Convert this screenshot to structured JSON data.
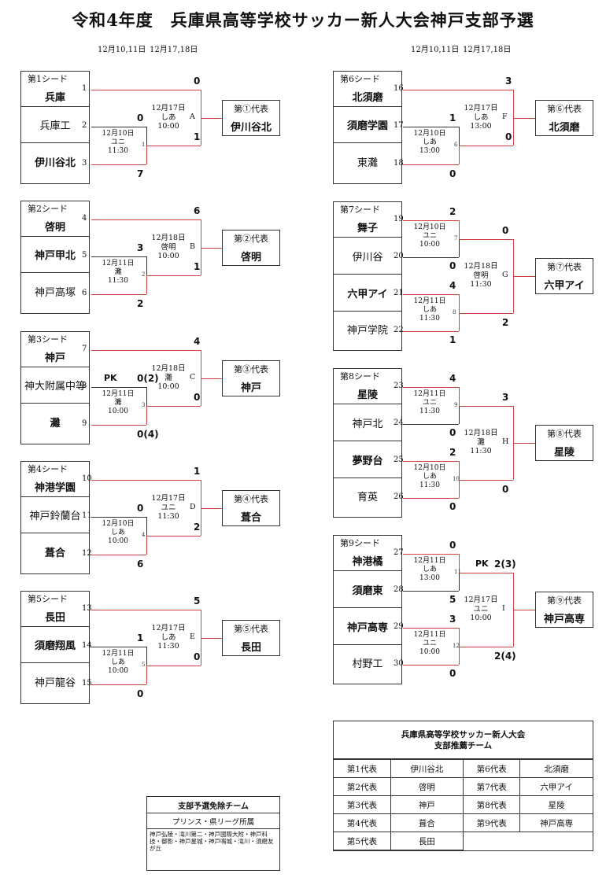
{
  "title": "令和4年度　兵庫県高等学校サッカー新人大会神戸支部予選",
  "headers": {
    "left_round1": "12月10,11日",
    "left_round2": "12月17,18日",
    "right_round1": "12月10,11日",
    "right_round2": "12月17,18日"
  },
  "blocks": [
    {
      "seed": "第1シード",
      "teams": [
        "兵庫",
        "兵庫工",
        "伊川谷北"
      ],
      "bold": [
        true,
        false,
        true
      ],
      "nums": [
        "1",
        "2",
        "3"
      ],
      "scores": {
        "seed": "0",
        "t2": "0",
        "t3": "7",
        "final2": "1"
      },
      "r1": {
        "line1": "12月10日",
        "line2": "ユニ",
        "line3": "11:30",
        "game": "1"
      },
      "r2": {
        "line1": "12月17日",
        "line2": "しあ",
        "letter": "A",
        "line3": "10:00"
      },
      "rep": {
        "label": "第①代表",
        "name": "伊川谷北"
      }
    },
    {
      "seed": "第2シード",
      "teams": [
        "啓明",
        "神戸甲北",
        "神戸高塚"
      ],
      "bold": [
        true,
        true,
        false
      ],
      "nums": [
        "4",
        "5",
        "6"
      ],
      "scores": {
        "seed": "6",
        "t2": "3",
        "t3": "2",
        "final2": "1"
      },
      "r1": {
        "line1": "12月11日",
        "line2": "灘",
        "line3": "11:30",
        "game": "2"
      },
      "r2": {
        "line1": "12月18日",
        "line2": "啓明",
        "letter": "B",
        "line3": "10:00"
      },
      "rep": {
        "label": "第②代表",
        "name": "啓明"
      }
    },
    {
      "seed": "第3シード",
      "teams": [
        "神戸",
        "神大附属中等",
        "灘"
      ],
      "bold": [
        true,
        false,
        true
      ],
      "nums": [
        "7",
        "8",
        "9"
      ],
      "scores": {
        "seed": "4",
        "t2": "0(2)",
        "t3": "0(4)",
        "final2": "0",
        "pk": "PK"
      },
      "r1": {
        "line1": "12月11日",
        "line2": "灘",
        "line3": "10:00",
        "game": "3"
      },
      "r2": {
        "line1": "12月18日",
        "line2": "灘",
        "letter": "C",
        "line3": "10:00"
      },
      "rep": {
        "label": "第③代表",
        "name": "神戸"
      }
    },
    {
      "seed": "第4シード",
      "teams": [
        "神港学園",
        "神戸鈴蘭台",
        "葺合"
      ],
      "bold": [
        true,
        false,
        true
      ],
      "nums": [
        "10",
        "11",
        "12"
      ],
      "scores": {
        "seed": "1",
        "t2": "0",
        "t3": "6",
        "final2": "2"
      },
      "r1": {
        "line1": "12月10日",
        "line2": "しあ",
        "line3": "10:00",
        "game": "4"
      },
      "r2": {
        "line1": "12月17日",
        "line2": "ユニ",
        "letter": "D",
        "line3": "11:30"
      },
      "rep": {
        "label": "第④代表",
        "name": "葺合"
      }
    },
    {
      "seed": "第5シード",
      "teams": [
        "長田",
        "須磨翔風",
        "神戸龍谷"
      ],
      "bold": [
        true,
        true,
        false
      ],
      "nums": [
        "13",
        "14",
        "15"
      ],
      "scores": {
        "seed": "5",
        "t2": "1",
        "t3": "0",
        "final2": "0"
      },
      "r1": {
        "line1": "12月11日",
        "line2": "しあ",
        "line3": "10:00",
        "game": "5"
      },
      "r2": {
        "line1": "12月17日",
        "line2": "しあ",
        "letter": "E",
        "line3": "11:30"
      },
      "rep": {
        "label": "第⑤代表",
        "name": "長田"
      }
    },
    {
      "seed": "第6シード",
      "teams": [
        "北須磨",
        "須磨学園",
        "東灘"
      ],
      "bold": [
        true,
        true,
        false
      ],
      "nums": [
        "16",
        "17",
        "18"
      ],
      "scores": {
        "seed": "3",
        "t2": "1",
        "t3": "0",
        "final2": "0"
      },
      "r1": {
        "line1": "12月10日",
        "line2": "しあ",
        "line3": "13:00",
        "game": "6"
      },
      "r2": {
        "line1": "12月17日",
        "line2": "しあ",
        "letter": "F",
        "line3": "13:00"
      },
      "rep": {
        "label": "第⑥代表",
        "name": "北須磨"
      }
    }
  ],
  "quads": [
    {
      "seed": "第7シード",
      "teams": [
        "舞子",
        "伊川谷",
        "六甲アイ",
        "神戸学院"
      ],
      "bold": [
        true,
        false,
        true,
        false
      ],
      "nums": [
        "19",
        "20",
        "21",
        "22"
      ],
      "scores": {
        "a": "2",
        "b": "0",
        "c": "4",
        "d": "1",
        "top": "0",
        "bot": "2"
      },
      "g1": {
        "line1": "12月10日",
        "line2": "ユニ",
        "line3": "10:00",
        "game": "7"
      },
      "g2": {
        "line1": "12月11日",
        "line2": "しあ",
        "line3": "11:30",
        "game": "8"
      },
      "fin": {
        "line1": "12月18日",
        "line2": "啓明",
        "line3": "11:30",
        "letter": "G"
      },
      "rep": {
        "label": "第⑦代表",
        "name": "六甲アイ"
      }
    },
    {
      "seed": "第8シード",
      "teams": [
        "星陵",
        "神戸北",
        "夢野台",
        "育英"
      ],
      "bold": [
        true,
        false,
        true,
        false
      ],
      "nums": [
        "23",
        "24",
        "25",
        "26"
      ],
      "scores": {
        "a": "4",
        "b": "0",
        "c": "2",
        "d": "0",
        "top": "3",
        "bot": "0"
      },
      "g1": {
        "line1": "12月11日",
        "line2": "ユニ",
        "line3": "11:30",
        "game": "9"
      },
      "g2": {
        "line1": "12月10日",
        "line2": "しあ",
        "line3": "11:30",
        "game": "10"
      },
      "fin": {
        "line1": "12月18日",
        "line2": "灘",
        "line3": "11:30",
        "letter": "H"
      },
      "rep": {
        "label": "第⑧代表",
        "name": "星陵"
      }
    },
    {
      "seed": "第9シード",
      "teams": [
        "神港橘",
        "須磨東",
        "神戸高専",
        "村野工"
      ],
      "bold": [
        false,
        true,
        true,
        false
      ],
      "nums": [
        "27",
        "28",
        "29",
        "30"
      ],
      "scores": {
        "a": "0",
        "b": "5",
        "c": "3",
        "d": "0",
        "top": "2(3)",
        "bot": "2(4)",
        "pk": "PK"
      },
      "g1": {
        "line1": "12月11日",
        "line2": "しあ",
        "line3": "13:00",
        "game": "11"
      },
      "g2": {
        "line1": "12月11日",
        "line2": "ユニ",
        "line3": "10:00",
        "game": "12"
      },
      "fin": {
        "line1": "12月17日",
        "line2": "ユニ",
        "line3": "10:00",
        "letter": "I"
      },
      "rep": {
        "label": "第⑨代表",
        "name": "神戸高専"
      }
    }
  ],
  "exempt": {
    "title": "支部予選免除チーム",
    "sub": "プリンス・県リーグ所属",
    "teams": "神戸弘陵・滝川第二・神戸國際大附・神戸科技・御影・神戸星城・神戸鳴城・滝川・須磨友が丘"
  },
  "summary": {
    "title1": "兵庫県高等学校サッカー新人大会",
    "title2": "支部推薦チーム",
    "rows": [
      [
        "第1代表",
        "伊川谷北",
        "第6代表",
        "北須磨"
      ],
      [
        "第2代表",
        "啓明",
        "第7代表",
        "六甲アイ"
      ],
      [
        "第3代表",
        "神戸",
        "第8代表",
        "星陵"
      ],
      [
        "第4代表",
        "葺合",
        "第9代表",
        "神戸高専"
      ],
      [
        "第5代表",
        "長田",
        "",
        ""
      ]
    ]
  }
}
